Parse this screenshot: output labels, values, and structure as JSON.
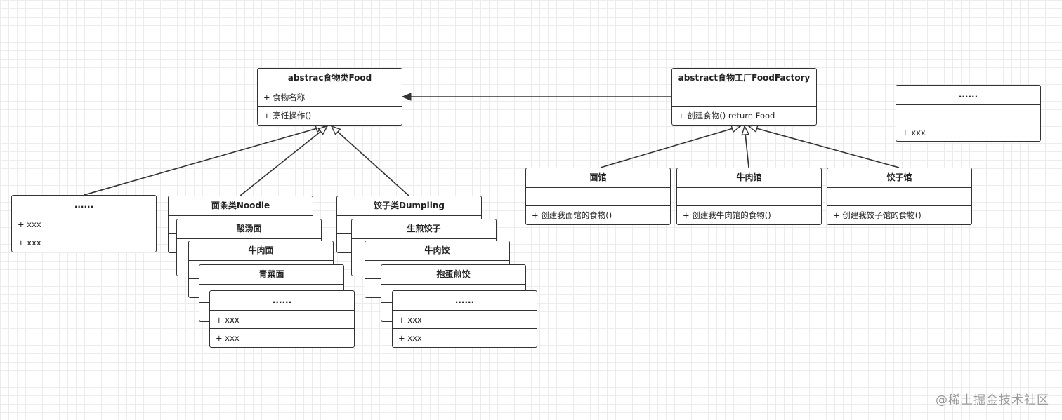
{
  "classes": {
    "food": {
      "title": "abstrac食物类Food",
      "attr": "+ 食物名称",
      "method": "+ 烹饪操作()"
    },
    "factory": {
      "title": "abstract食物工厂FoodFactory",
      "attr": "",
      "method": "+ 创建食物() return Food"
    },
    "other_right": {
      "title": "......",
      "attr": "",
      "method": "+ xxx"
    },
    "other_food": {
      "title": "......",
      "attr": "+ xxx",
      "method": "+ xxx"
    },
    "noodle": {
      "title": "面条类Noodle"
    },
    "noodle_stack": [
      {
        "title": "酸汤面"
      },
      {
        "title": "牛肉面"
      },
      {
        "title": "青菜面"
      },
      {
        "title": "......",
        "attr": "+ xxx",
        "method": "+ xxx"
      }
    ],
    "dumpling": {
      "title": "饺子类Dumpling"
    },
    "dumpling_stack": [
      {
        "title": "生煎饺子"
      },
      {
        "title": "牛肉饺"
      },
      {
        "title": "抱蛋煎饺"
      },
      {
        "title": "......",
        "attr": "+ xxx",
        "method": "+ xxx"
      }
    ],
    "shops": [
      {
        "title": "面馆",
        "method": "+ 创建我面馆的食物()"
      },
      {
        "title": "牛肉馆",
        "method": "+ 创建我牛肉馆的食物()"
      },
      {
        "title": "饺子馆",
        "method": "+ 创建我饺子馆的食物()"
      }
    ]
  },
  "watermark": "@稀土掘金技术社区"
}
